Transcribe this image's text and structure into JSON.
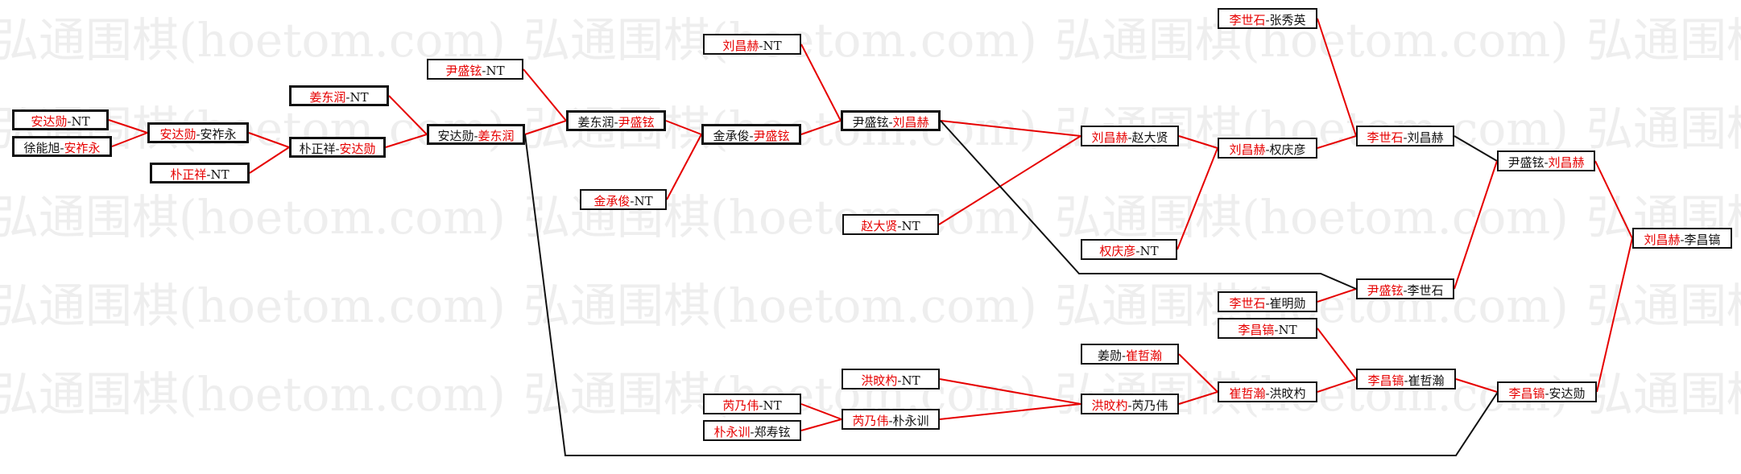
{
  "watermark": "弘通围棋(hoetom.com)",
  "colors": {
    "winner": "#e60000",
    "loser": "#111111",
    "edge_win": "#e60000",
    "edge_other": "#111111",
    "watermark": "#eeeeee"
  },
  "nodes": [
    {
      "id": "n1",
      "p1": "安达勋",
      "p2": "NT",
      "win": 1
    },
    {
      "id": "n2",
      "p1": "徐能旭",
      "p2": "安祚永",
      "win": 2
    },
    {
      "id": "n3",
      "p1": "安达勋",
      "p2": "安祚永",
      "win": 1
    },
    {
      "id": "n4",
      "p1": "朴正祥",
      "p2": "NT",
      "win": 1
    },
    {
      "id": "n5",
      "p1": "姜东润",
      "p2": "NT",
      "win": 1
    },
    {
      "id": "n6",
      "p1": "朴正祥",
      "p2": "安达勋",
      "win": 2
    },
    {
      "id": "n7",
      "p1": "安达勋",
      "p2": "姜东润",
      "win": 2
    },
    {
      "id": "n8",
      "p1": "尹盛铉",
      "p2": "NT",
      "win": 1
    },
    {
      "id": "n9",
      "p1": "姜东润",
      "p2": "尹盛铉",
      "win": 2
    },
    {
      "id": "n10",
      "p1": "金承俊",
      "p2": "NT",
      "win": 1
    },
    {
      "id": "n11",
      "p1": "刘昌赫",
      "p2": "NT",
      "win": 1
    },
    {
      "id": "n12",
      "p1": "金承俊",
      "p2": "尹盛铉",
      "win": 2
    },
    {
      "id": "n13",
      "p1": "尹盛铉",
      "p2": "刘昌赫",
      "win": 2
    },
    {
      "id": "n14",
      "p1": "赵大贤",
      "p2": "NT",
      "win": 1
    },
    {
      "id": "n15",
      "p1": "刘昌赫",
      "p2": "赵大贤",
      "win": 1
    },
    {
      "id": "n16",
      "p1": "权庆彦",
      "p2": "NT",
      "win": 1
    },
    {
      "id": "n17",
      "p1": "刘昌赫",
      "p2": "权庆彦",
      "win": 1
    },
    {
      "id": "n18",
      "p1": "李世石",
      "p2": "张秀英",
      "win": 1
    },
    {
      "id": "n19",
      "p1": "李世石",
      "p2": "刘昌赫",
      "win": 1
    },
    {
      "id": "n20",
      "p1": "李世石",
      "p2": "崔明勋",
      "win": 1
    },
    {
      "id": "n21",
      "p1": "尹盛铉",
      "p2": "李世石",
      "win": 1
    },
    {
      "id": "n22",
      "p1": "尹盛铉",
      "p2": "刘昌赫",
      "win": 2
    },
    {
      "id": "n23",
      "p1": "刘昌赫",
      "p2": "李昌镐",
      "win": 1
    },
    {
      "id": "n24",
      "p1": "李昌镐",
      "p2": "NT",
      "win": 1
    },
    {
      "id": "n25",
      "p1": "姜勋",
      "p2": "崔哲瀚",
      "win": 2
    },
    {
      "id": "n26",
      "p1": "洪旼杓",
      "p2": "NT",
      "win": 1
    },
    {
      "id": "n27",
      "p1": "芮乃伟",
      "p2": "NT",
      "win": 1
    },
    {
      "id": "n28",
      "p1": "朴永训",
      "p2": "郑寿铉",
      "win": 1
    },
    {
      "id": "n29",
      "p1": "芮乃伟",
      "p2": "朴永训",
      "win": 1
    },
    {
      "id": "n30",
      "p1": "洪旼杓",
      "p2": "芮乃伟",
      "win": 1
    },
    {
      "id": "n31",
      "p1": "崔哲瀚",
      "p2": "洪旼杓",
      "win": 1
    },
    {
      "id": "n32",
      "p1": "李昌镐",
      "p2": "崔哲瀚",
      "win": 1
    },
    {
      "id": "n33",
      "p1": "李昌镐",
      "p2": "安达勋",
      "win": 1
    }
  ]
}
